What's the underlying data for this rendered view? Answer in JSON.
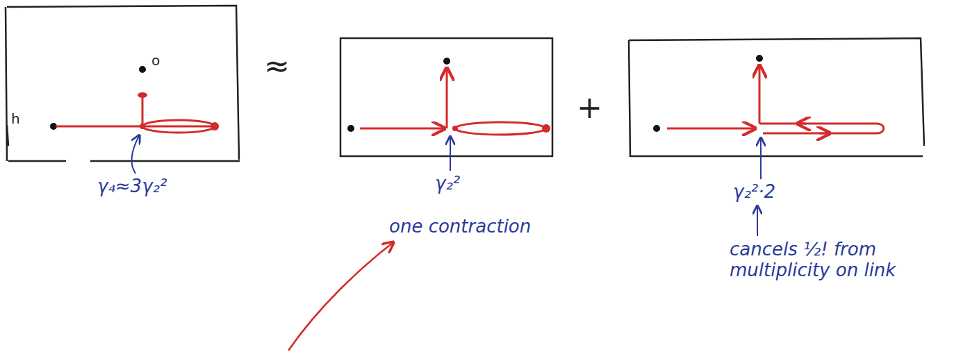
{
  "diagram": {
    "labels": [
      "o",
      "h",
      "γ₄≈3γ₂²",
      "≈",
      "γ₂²",
      "one contraction",
      "+",
      "γ₂²·2",
      "cancels ½! from multiplicity on link"
    ]
  }
}
